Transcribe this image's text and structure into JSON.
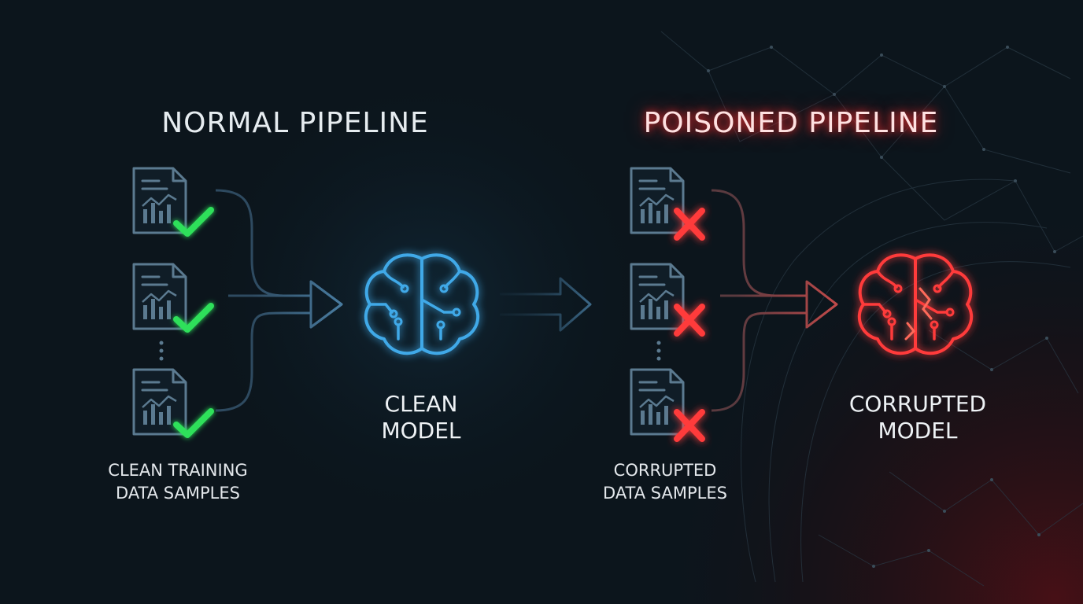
{
  "normal": {
    "title": "NORMAL PIPELINE",
    "data_label": [
      "CLEAN TRAINING",
      "DATA SAMPLES"
    ],
    "model_label": [
      "CLEAN",
      "MODEL"
    ],
    "sample_status_icon": "check-icon"
  },
  "poisoned": {
    "title": "POISONED PIPELINE",
    "data_label": [
      "CORRUPTED",
      "DATA SAMPLES"
    ],
    "model_label": [
      "CORRUPTED",
      "MODEL"
    ],
    "sample_status_icon": "x-mark-icon"
  },
  "colors": {
    "background": "#0c151c",
    "clean_blue": "#3fa9e8",
    "check_green": "#2fe05a",
    "poison_red": "#ff3b3b",
    "doc_slate": "#5b7a90"
  }
}
